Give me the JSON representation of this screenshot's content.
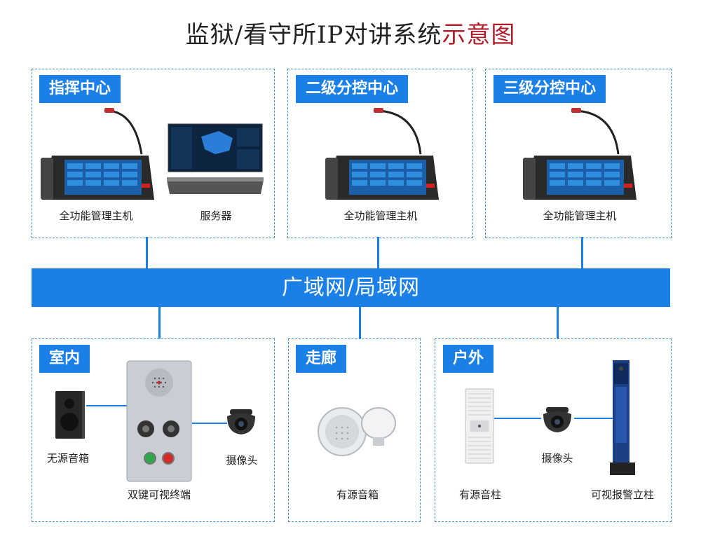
{
  "title": {
    "main": "监狱/看守所IP对讲系统",
    "accent": "示意图"
  },
  "top_panels": [
    {
      "tag": "指挥中心",
      "devices": [
        "全功能管理主机",
        "服务器"
      ]
    },
    {
      "tag": "二级分控中心",
      "devices": [
        "全功能管理主机"
      ]
    },
    {
      "tag": "三级分控中心",
      "devices": [
        "全功能管理主机"
      ]
    }
  ],
  "network": {
    "label": "广域网/局域网"
  },
  "bottom_panels": [
    {
      "tag": "室内",
      "devices": [
        "无源音箱",
        "双键可视终端",
        "摄像头"
      ]
    },
    {
      "tag": "走廊",
      "devices": [
        "有源音箱"
      ]
    },
    {
      "tag": "户外",
      "devices": [
        "有源音柱",
        "摄像头",
        "可视报警立柱"
      ]
    }
  ],
  "colors": {
    "primary": "#1a7fe6",
    "accent": "#b01c2a",
    "dashed": "#3a8fd6"
  }
}
